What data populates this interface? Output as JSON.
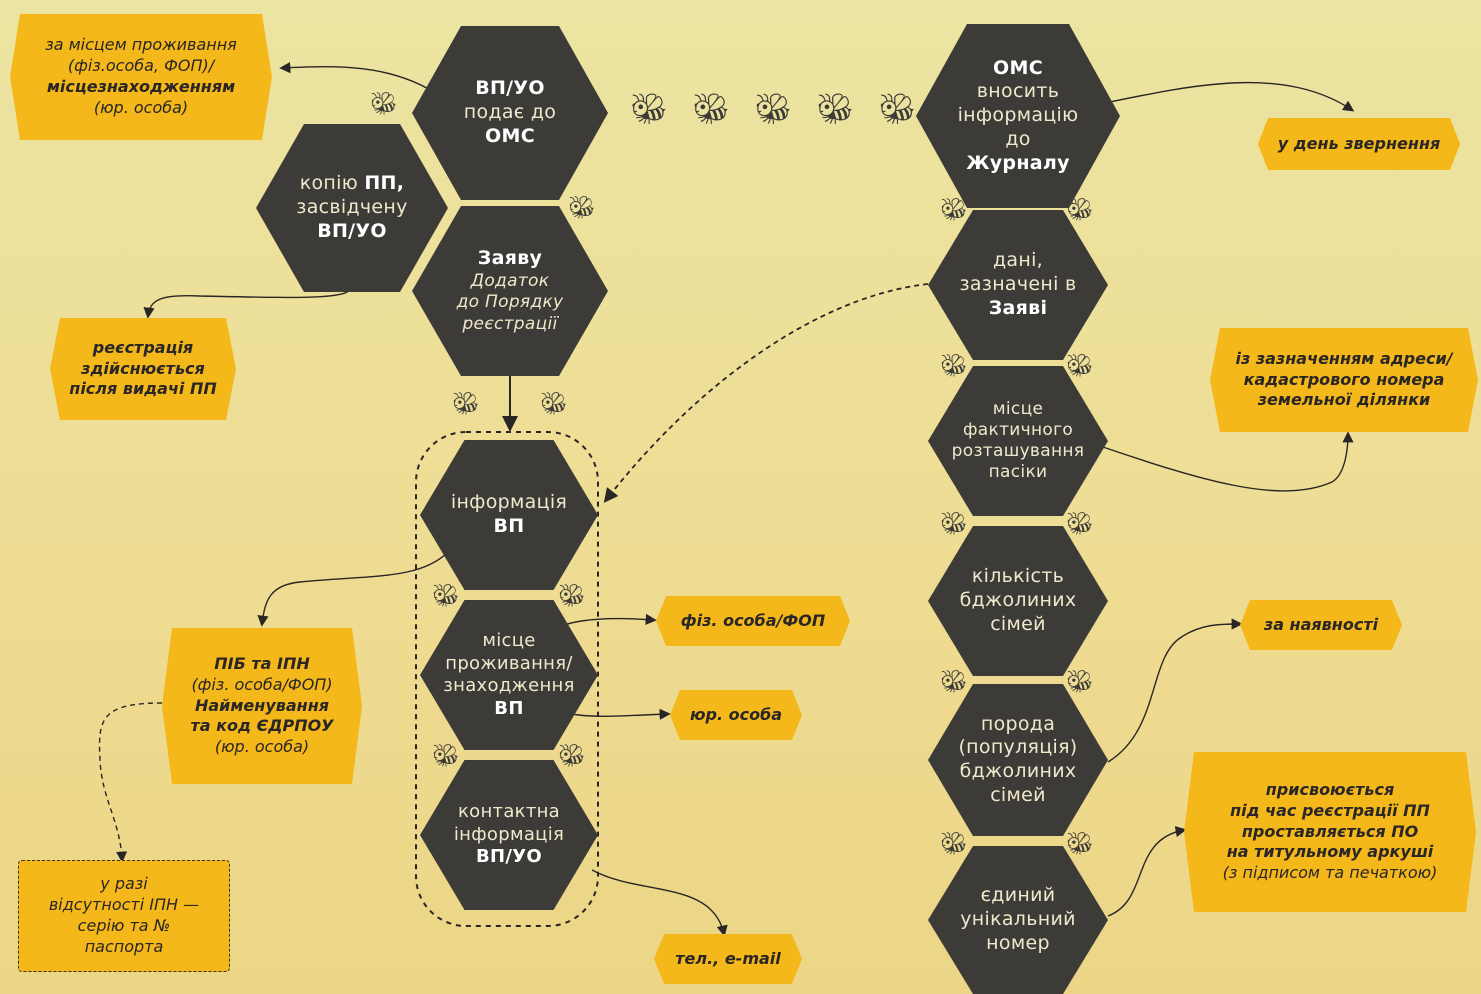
{
  "hexes": {
    "submit": {
      "l1": "ВП/УО",
      "l2": "подає до",
      "l3": "ОМС"
    },
    "copy_pp": {
      "l1_a": "копію ",
      "l1_b": "ПП,",
      "l2": "засвідчену",
      "l3": "ВП/УО"
    },
    "zayavu": {
      "l1": "Заяву",
      "l2": "Додаток",
      "l3": "до Порядку",
      "l4": "реєстрації"
    },
    "info_vp": {
      "l1": "інформація",
      "l2": "ВП"
    },
    "location": {
      "l1": "місце",
      "l2": "проживання/",
      "l3": "знаходження",
      "l4": "ВП"
    },
    "contact": {
      "l1": "контактна",
      "l2": "інформація",
      "l3": "ВП/УО"
    },
    "oms_enters": {
      "l1": "ОМС",
      "l2": "вносить",
      "l3": "інформацію",
      "l4": "до",
      "l5": "Журналу"
    },
    "data_app": {
      "l1": "дані,",
      "l2": "зазначені в",
      "l3": "Заяві"
    },
    "apiary_loc": {
      "l1": "місце",
      "l2": "фактичного",
      "l3": "розташування",
      "l4": "пасіки"
    },
    "colonies": {
      "l1": "кількість",
      "l2": "бджолиних",
      "l3": "сімей"
    },
    "breed": {
      "l1": "порода",
      "l2": "(популяція)",
      "l3": "бджолиних",
      "l4": "сімей"
    },
    "unique_no": {
      "l1": "єдиний",
      "l2": "унікальний",
      "l3": "номер"
    }
  },
  "notes": {
    "residence": {
      "l1": "за місцем проживання",
      "l2": "(фіз.особа, ФОП)/",
      "l3": "місцезнаходженням",
      "l4": "(юр. особа)"
    },
    "registration": {
      "l1": "реєстрація",
      "l2": "здійснюється",
      "l3": "після видачі ПП"
    },
    "pib": {
      "l1": "ПІБ та ІПН",
      "l2": "(фіз. особа/ФОП)",
      "l3": "Найменування",
      "l4": "та код ЄДРПОУ",
      "l5": "(юр. особа)"
    },
    "no_ipn": {
      "l1": "у разі",
      "l2": "відсутності ІПН —",
      "l3": "серію та №",
      "l4": "паспорта"
    },
    "phys": {
      "l1": "фіз. особа/ФОП"
    },
    "legal": {
      "l1": "юр. особа"
    },
    "contacts": {
      "l1": "тел., e-mail"
    },
    "same_day": {
      "l1": "у день звернення"
    },
    "address": {
      "l1": "із зазначенням адреси/",
      "l2": "кадастрового номера",
      "l3": "земельної ділянки"
    },
    "if_available": {
      "l1": "за наявності"
    },
    "assigned": {
      "l1": "присвоюється",
      "l2_a": "під час реєстрації ",
      "l2_b": "ПП",
      "l3_a": "проставляється ",
      "l3_b": "ПО",
      "l4": "на титульному аркуші",
      "l5": "(з підписом та печаткою)"
    }
  },
  "colors": {
    "background": "#ecdc94",
    "hex": "#3c3b38",
    "hex_text": "#f1e8cb",
    "note": "#f4b81a",
    "ink": "#2a2626"
  },
  "icons": {
    "bee": "bee-icon"
  }
}
